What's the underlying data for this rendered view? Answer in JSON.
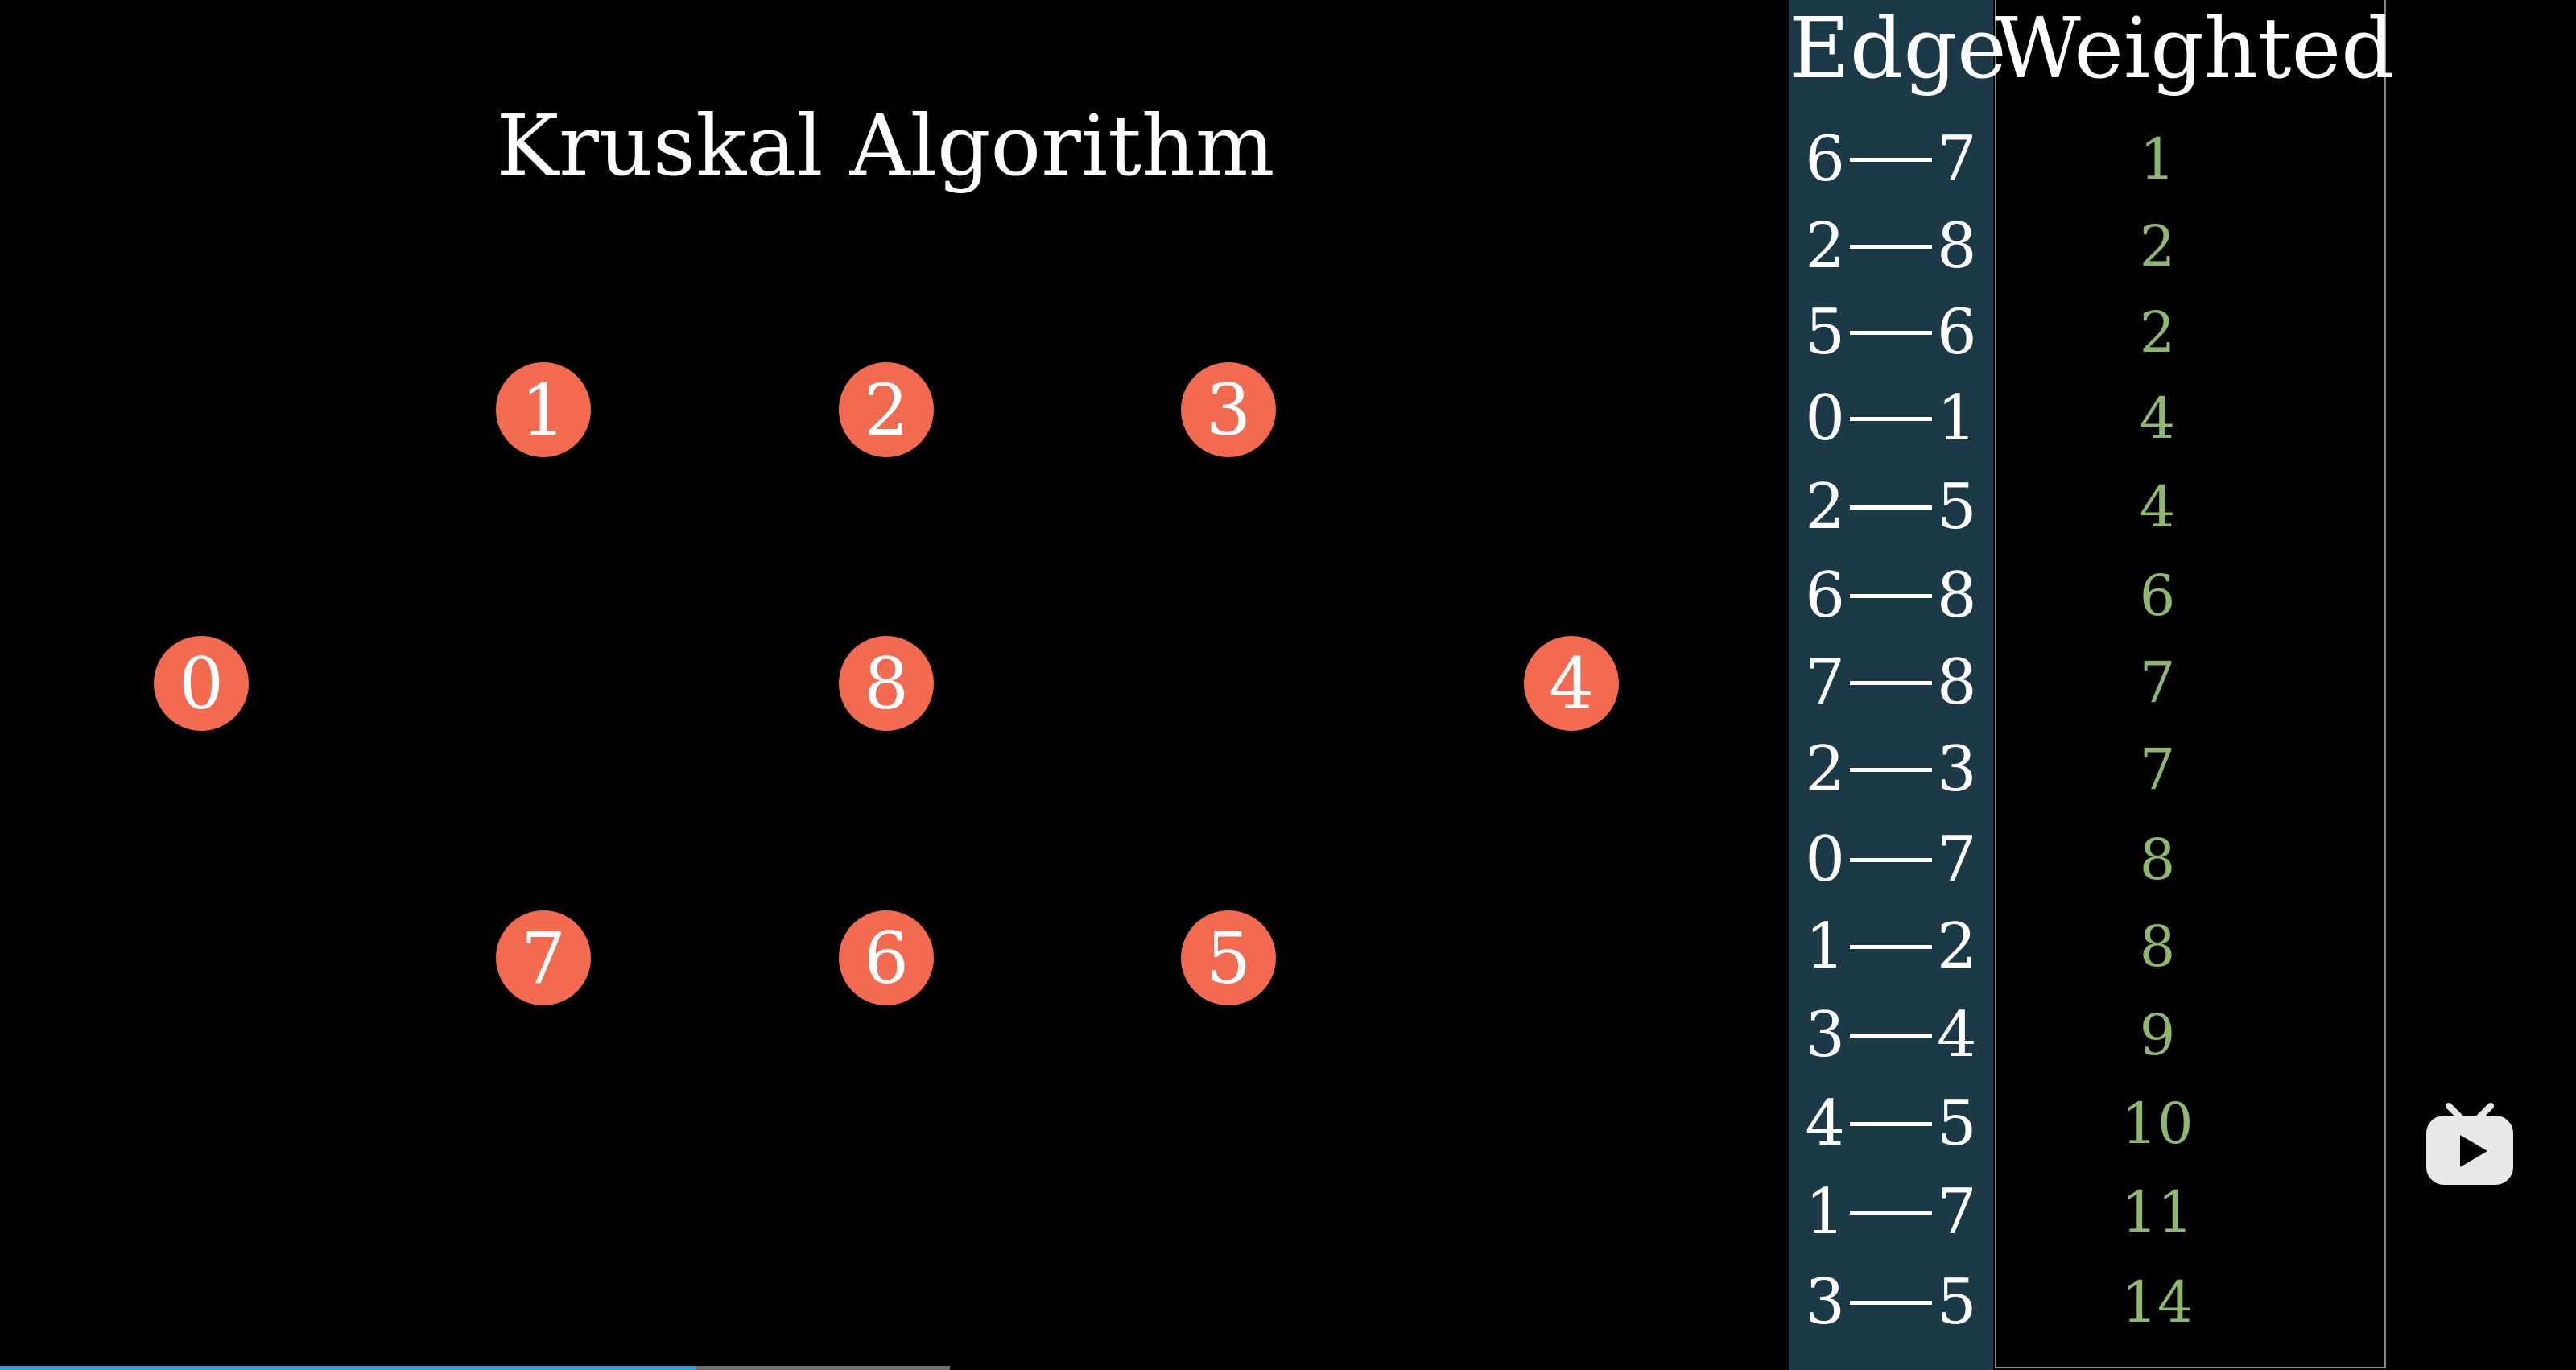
{
  "title": "Kruskal Algorithm",
  "table": {
    "edge_header": "Edge",
    "weight_header": "Weighted",
    "rows": [
      {
        "a": "6",
        "b": "7",
        "w": "1"
      },
      {
        "a": "2",
        "b": "8",
        "w": "2"
      },
      {
        "a": "5",
        "b": "6",
        "w": "2"
      },
      {
        "a": "0",
        "b": "1",
        "w": "4"
      },
      {
        "a": "2",
        "b": "5",
        "w": "4"
      },
      {
        "a": "6",
        "b": "8",
        "w": "6"
      },
      {
        "a": "7",
        "b": "8",
        "w": "7"
      },
      {
        "a": "2",
        "b": "3",
        "w": "7"
      },
      {
        "a": "0",
        "b": "7",
        "w": "8"
      },
      {
        "a": "1",
        "b": "2",
        "w": "8"
      },
      {
        "a": "3",
        "b": "4",
        "w": "9"
      },
      {
        "a": "4",
        "b": "5",
        "w": "10"
      },
      {
        "a": "1",
        "b": "7",
        "w": "11"
      },
      {
        "a": "3",
        "b": "5",
        "w": "14"
      }
    ]
  },
  "nodes": [
    "0",
    "1",
    "2",
    "3",
    "4",
    "5",
    "6",
    "7",
    "8"
  ],
  "colors": {
    "node_fill": "#f26a4f",
    "edge_panel": "#1c3947",
    "weight_text": "#8fb86f",
    "progress": "#2f9ad6"
  },
  "video": {
    "progress_fraction": 0.27,
    "badge_icon": "tv-play-icon"
  }
}
